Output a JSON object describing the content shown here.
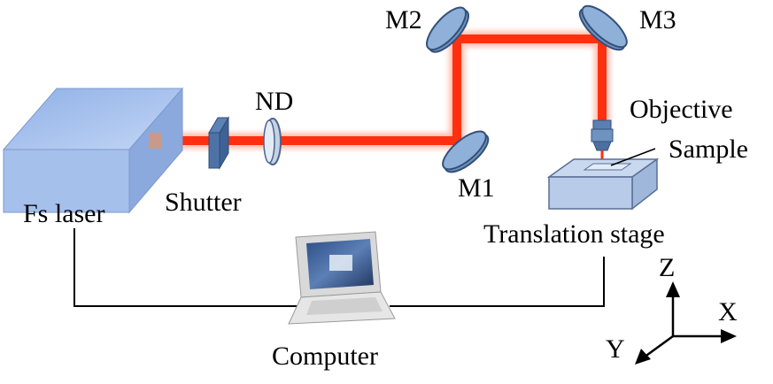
{
  "labels": {
    "fs_laser": "Fs laser",
    "shutter": "Shutter",
    "nd": "ND",
    "m1": "M1",
    "m2": "M2",
    "m3": "M3",
    "objective": "Objective",
    "sample": "Sample",
    "translation_stage": "Translation stage",
    "computer": "Computer",
    "axis_x": "X",
    "axis_y": "Y",
    "axis_z": "Z"
  },
  "colors": {
    "beam": "#ff3010",
    "optic_fill": "#6f93bf",
    "optic_stroke": "#33507a",
    "laser_box": "#aac4ef",
    "wire": "#000000"
  },
  "icons": {
    "laser": "laser-box-icon",
    "shutter": "shutter-icon",
    "nd_filter": "nd-filter-icon",
    "mirror": "mirror-icon",
    "objective": "objective-lens-icon",
    "stage": "translation-stage-icon",
    "computer": "laptop-icon",
    "axes": "xyz-axes-icon"
  }
}
